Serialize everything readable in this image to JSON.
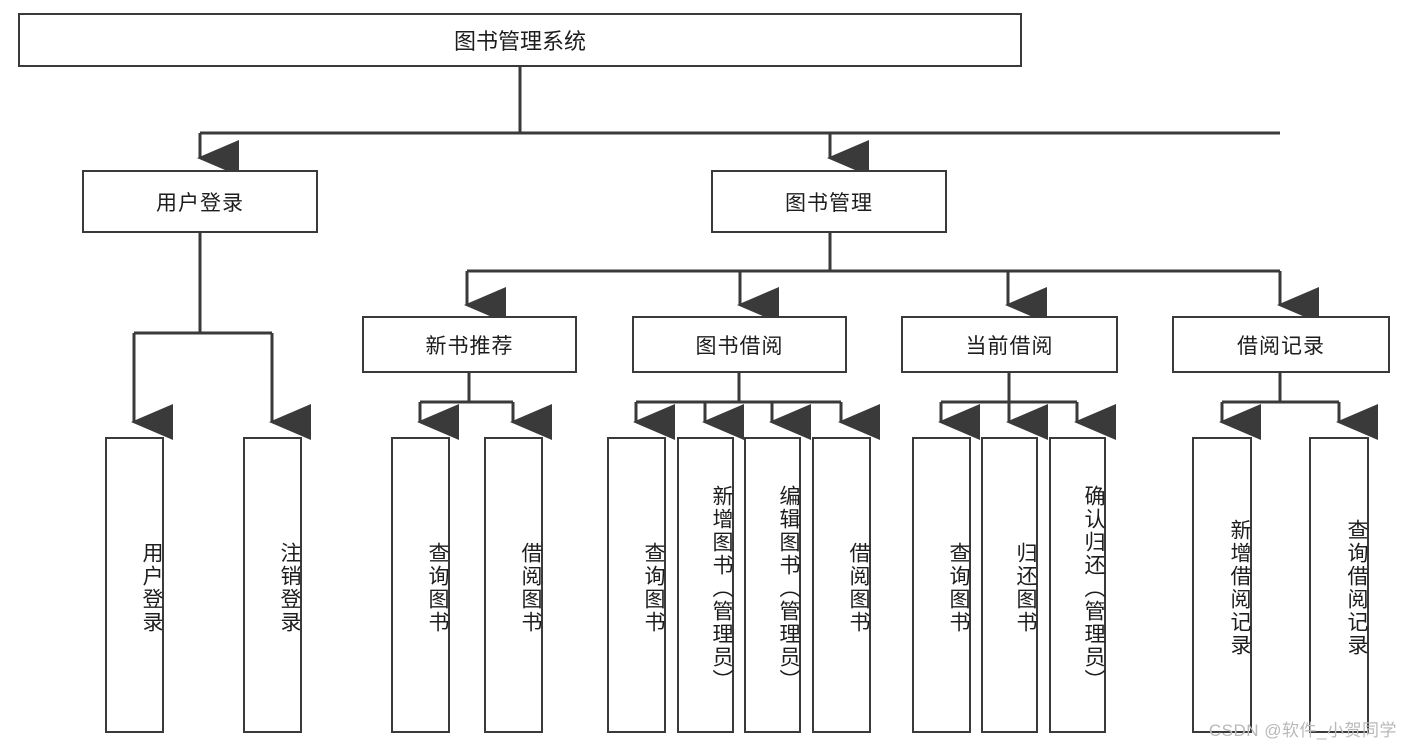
{
  "diagram": {
    "type": "tree-hierarchy-flowchart",
    "title": "图书管理系统",
    "colors": {
      "box_border": "#3a3a3a",
      "box_fill": "#ffffff",
      "connector": "#3a3a3a",
      "text": "#1d1d1d",
      "watermark": "#b9b9b9",
      "background": "#ffffff"
    },
    "levels": {
      "root": "图书管理系统",
      "level2": [
        "用户登录",
        "图书管理"
      ],
      "level3": [
        "新书推荐",
        "图书借阅",
        "当前借阅",
        "借阅记录"
      ]
    },
    "nodes": {
      "root": {
        "label": "图书管理系统"
      },
      "user_login": {
        "label": "用户登录"
      },
      "book_manage": {
        "label": "图书管理"
      },
      "new_book_rec": {
        "label": "新书推荐"
      },
      "book_borrow": {
        "label": "图书借阅"
      },
      "current_borrow": {
        "label": "当前借阅"
      },
      "borrow_record": {
        "label": "借阅记录"
      }
    },
    "leaves": {
      "user_login": [
        {
          "label": "用户登录"
        },
        {
          "label": "注销登录"
        }
      ],
      "new_book_rec": [
        {
          "label": "查询图书"
        },
        {
          "label": "借阅图书"
        }
      ],
      "book_borrow": [
        {
          "label": "查询图书"
        },
        {
          "label": "新增图书（管理员）"
        },
        {
          "label": "编辑图书（管理员）"
        },
        {
          "label": "借阅图书"
        }
      ],
      "current_borrow": [
        {
          "label": "查询图书"
        },
        {
          "label": "归还图书"
        },
        {
          "label": "确认归还（管理员）"
        }
      ],
      "borrow_record": [
        {
          "label": "新增借阅记录"
        },
        {
          "label": "查询借阅记录"
        }
      ]
    },
    "watermark": "CSDN @软件_小贺同学"
  }
}
